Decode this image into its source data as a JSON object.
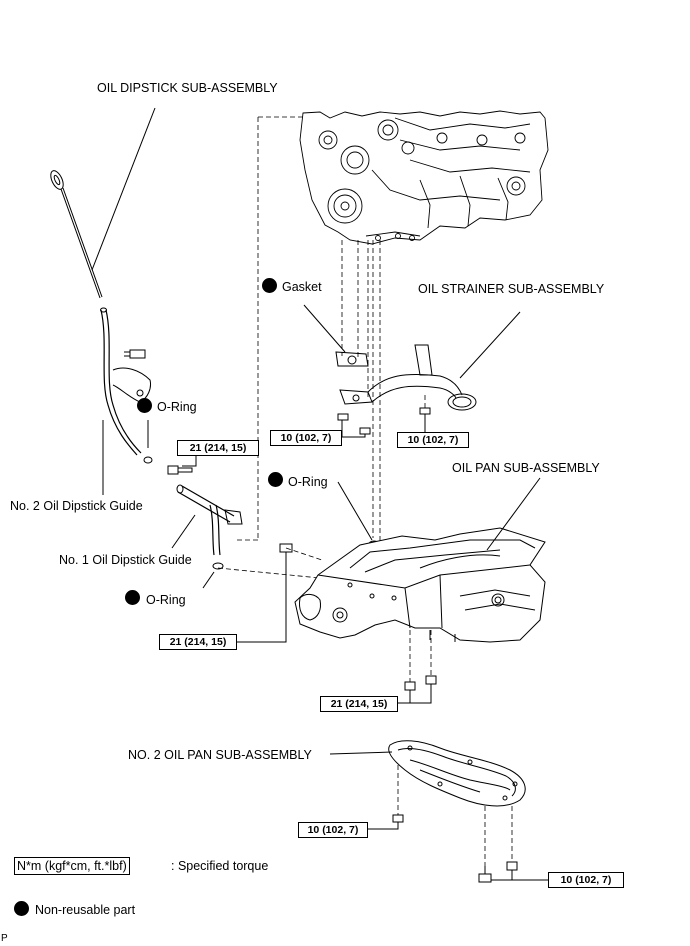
{
  "labels": {
    "oil_dipstick": "OIL DIPSTICK SUB-ASSEMBLY",
    "gasket": "Gasket",
    "oil_strainer": "OIL STRAINER SUB-ASSEMBLY",
    "o_ring_1": "O-Ring",
    "o_ring_2": "O-Ring",
    "o_ring_3": "O-Ring",
    "no2_guide": "No. 2 Oil Dipstick Guide",
    "no1_guide": "No. 1 Oil Dipstick Guide",
    "oil_pan": "OIL PAN SUB-ASSEMBLY",
    "no2_oil_pan": "NO. 2 OIL PAN SUB-ASSEMBLY"
  },
  "torques": {
    "guide_bolt": "21 (214, 15)",
    "strainer_left": "10 (102, 7)",
    "strainer_right": "10 (102, 7)",
    "pan_left": "21 (214, 15)",
    "pan_bottom": "21 (214, 15)",
    "no2_pan_left": "10 (102, 7)",
    "no2_pan_right": "10 (102, 7)"
  },
  "legend": {
    "torque_unit": "N*m (kgf*cm, ft.*lbf)",
    "torque_text": ": Specified torque",
    "nonreusable_text": "Non-reusable part"
  },
  "corner_mark": "P"
}
